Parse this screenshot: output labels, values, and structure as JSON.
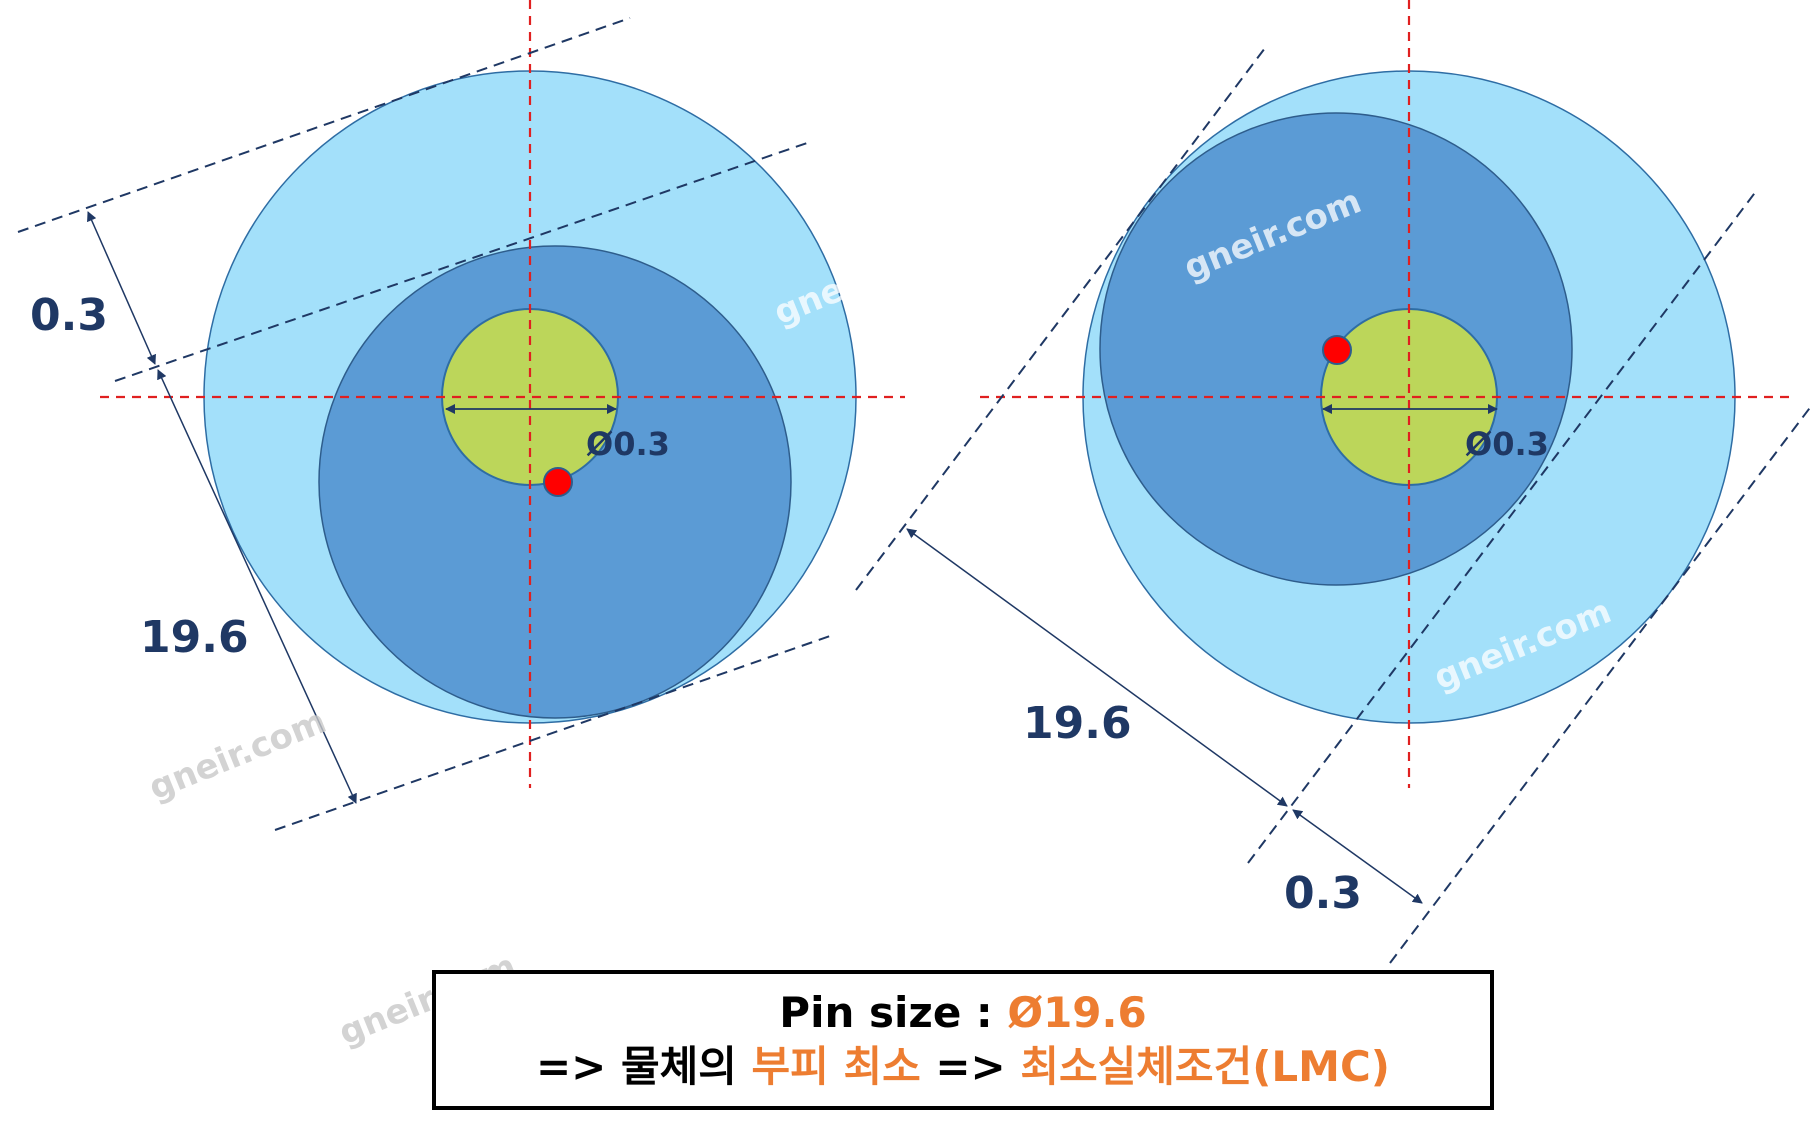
{
  "left_figure": {
    "dim_small": "0.3",
    "dim_large": "19.6",
    "diameter_label": "Ø0.3"
  },
  "right_figure": {
    "dim_small": "0.3",
    "dim_large": "19.6",
    "diameter_label": "Ø0.3"
  },
  "watermark": "gneir.com",
  "caption": {
    "line1_prefix": "Pin size : ",
    "line1_value": "Ø19.6",
    "line2_part1": "=> 물체의 ",
    "line2_orange1": "부피 최소",
    "line2_part2": " => ",
    "line2_orange2": "최소실체조건(LMC)"
  },
  "colors": {
    "outer_circle": "#a3e0fa",
    "pin_circle": "#5b9bd5",
    "tolerance_zone": "#bcd65a",
    "center_lines": "#e02020",
    "dimension_lines": "#1f3864",
    "point": "#ff0000",
    "accent": "#ed7d31"
  }
}
